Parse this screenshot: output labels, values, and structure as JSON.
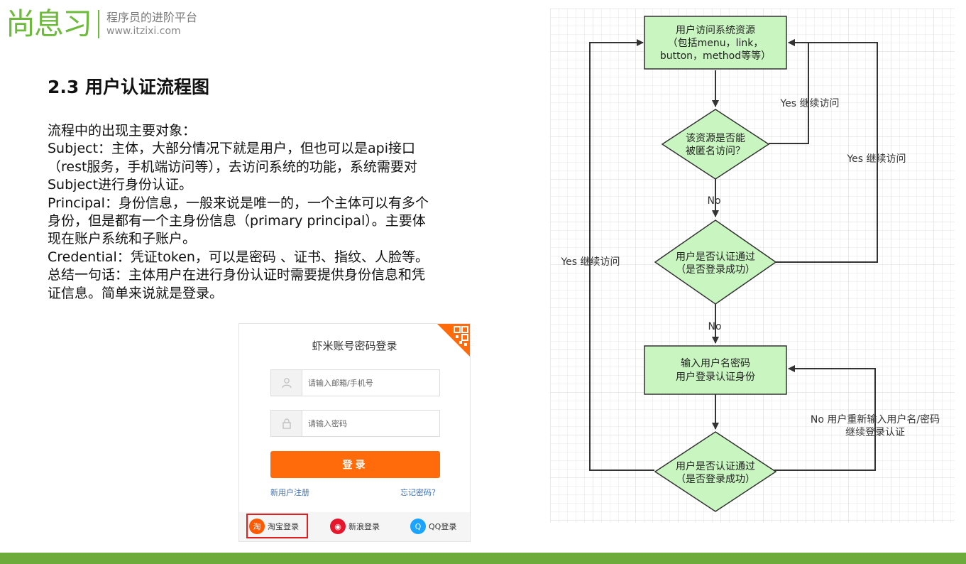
{
  "header": {
    "logo_text": "尚息习",
    "slogan": "程序员的进阶平台",
    "url": "www.itzixi.com"
  },
  "section_title": "2.3 用户认证流程图",
  "body_lines": [
    "流程中的出现主要对象：",
    "Subject：主体，大部分情况下就是用户，但也可以是api接口（rest服务，手机端访问等），去访问系统的功能，系统需要对Subject进行身份认证。",
    "Principal：身份信息，一般来说是唯一的，一个主体可以有多个身份，但是都有一个主身份信息（primary principal）。主要体现在账户系统和子账户。",
    "Credential：凭证token，可以是密码 、证书、指纹、人脸等。",
    "总结一句话：主体用户在进行身份认证时需要提供身份信息和凭证信息。简单来说就是登录。"
  ],
  "login": {
    "title": "虾米账号密码登录",
    "username_placeholder": "请输入邮箱/手机号",
    "password_placeholder": "请输入密码",
    "submit_label": "登录",
    "register_link": "新用户注册",
    "forgot_link": "忘记密码？",
    "social": [
      {
        "label": "淘宝登录",
        "icon_char": "淘",
        "color": "#ff5a00"
      },
      {
        "label": "新浪登录",
        "icon_char": "◉",
        "color": "#e6162d"
      },
      {
        "label": "QQ登录",
        "icon_char": "Q",
        "color": "#1aa3ff"
      }
    ]
  },
  "flowchart": {
    "start_lines": [
      "用户访问系统资源",
      "（包括menu，link，",
      "button，method等等）"
    ],
    "decision1_lines": [
      "该资源是否能",
      "被匿名访问？"
    ],
    "decision2_lines": [
      "用户是否认证通过",
      "（是否登录成功）"
    ],
    "input_lines": [
      "输入用户名密码",
      "用户登录认证身份"
    ],
    "decision3_lines": [
      "用户是否认证通过",
      "（是否登录成功）"
    ],
    "label_yes_anonymous": "Yes 继续访问",
    "label_yes_authed": "Yes 继续访问",
    "label_yes_login": "Yes 继续访问",
    "label_no_1": "No",
    "label_no_2": "No",
    "label_retry_lines": [
      "No 用户重新输入用户名/密码",
      "继续登录认证"
    ],
    "colors": {
      "node_fill": "#c8f5c0",
      "node_stroke": "#333333",
      "grid": "#e2e2e2"
    }
  },
  "colors": {
    "brand_green": "#6dba3c",
    "footer_green": "#6dac3c",
    "login_orange": "#ff6a0a"
  }
}
